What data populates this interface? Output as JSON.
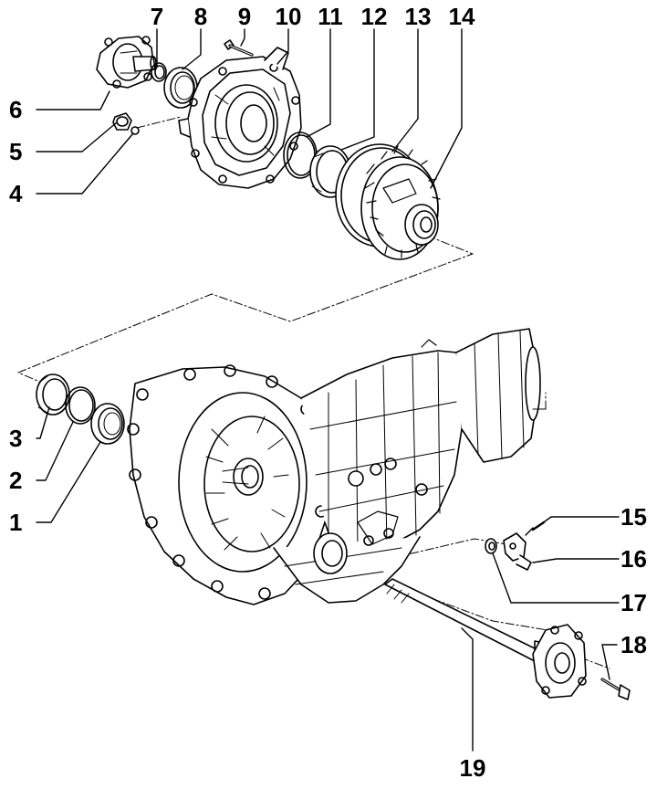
{
  "diagram": {
    "ink": "#000000",
    "paper": "#ffffff",
    "callouts": {
      "c1": "1",
      "c2": "2",
      "c3": "3",
      "c4": "4",
      "c5": "5",
      "c6": "6",
      "c7": "7",
      "c8": "8",
      "c9": "9",
      "c10": "10",
      "c11": "11",
      "c12": "12",
      "c13": "13",
      "c14": "14",
      "c15": "15",
      "c16": "16",
      "c17": "17",
      "c18": "18",
      "c19": "19"
    }
  }
}
